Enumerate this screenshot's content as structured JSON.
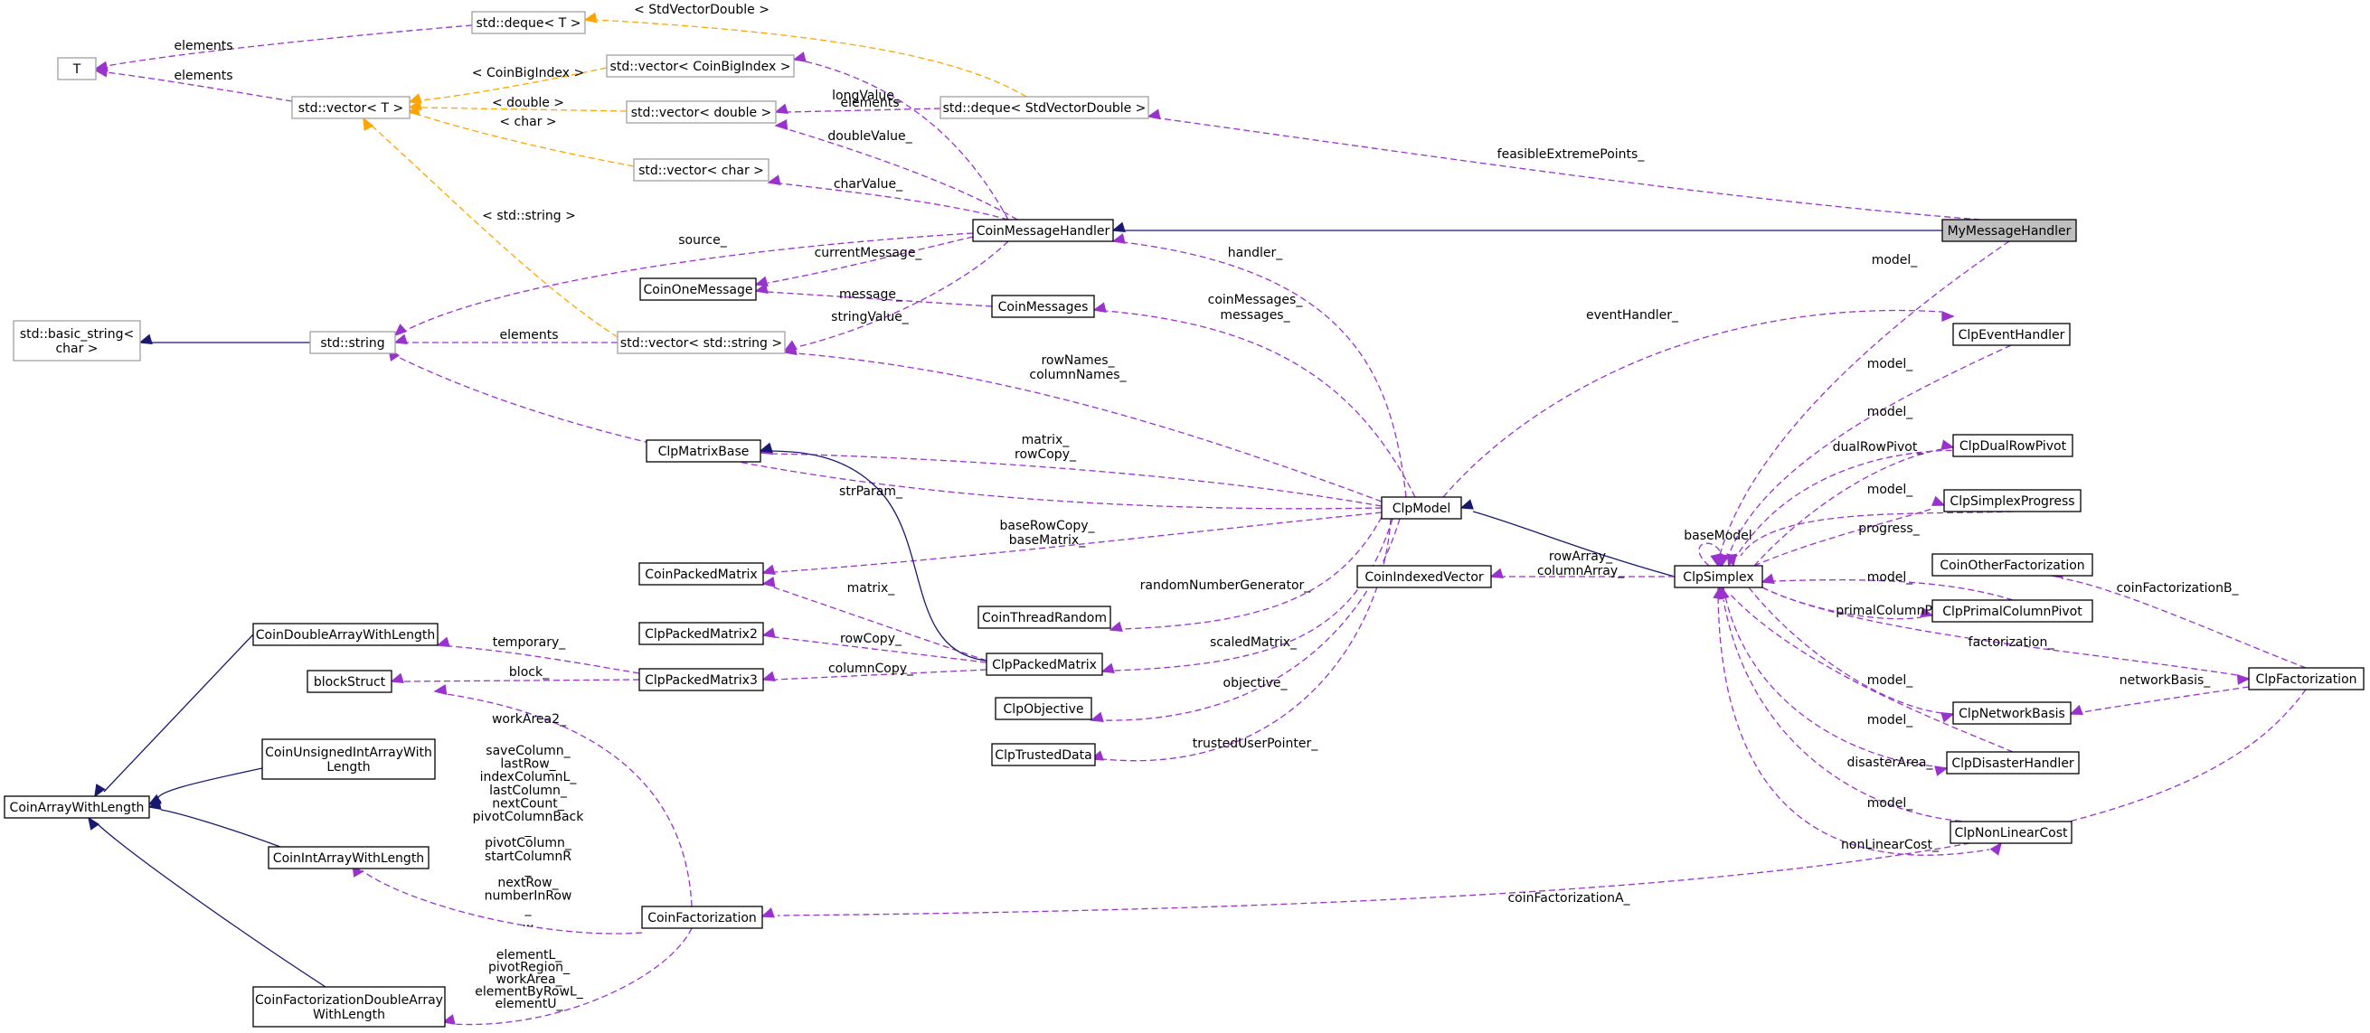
{
  "nodes": {
    "T": "T",
    "deque_t": "std::deque< T >",
    "vector_t": "std::vector< T >",
    "vector_bigindex": "std::vector< CoinBigIndex >",
    "vector_double": "std::vector< double >",
    "deque_svd": "std::deque< StdVectorDouble >",
    "vector_char": "std::vector< char >",
    "basic_string_l1": "std::basic_string<",
    "basic_string_l2": "char >",
    "std_string": "std::string",
    "vector_string": "std::vector< std::string >",
    "coin_one_message": "CoinOneMessage",
    "coin_message_handler": "CoinMessageHandler",
    "coin_messages": "CoinMessages",
    "my_message_handler": "MyMessageHandler",
    "clp_event_handler": "ClpEventHandler",
    "clp_dual_row_pivot": "ClpDualRowPivot",
    "clp_simplex_progress": "ClpSimplexProgress",
    "coin_other_factorization": "CoinOtherFactorization",
    "clp_primal_column_pivot": "ClpPrimalColumnPivot",
    "clp_factorization": "ClpFactorization",
    "clp_network_basis": "ClpNetworkBasis",
    "clp_disaster_handler": "ClpDisasterHandler",
    "clp_non_linear_cost": "ClpNonLinearCost",
    "clp_simplex": "ClpSimplex",
    "coin_indexed_vector": "CoinIndexedVector",
    "clp_model": "ClpModel",
    "clp_matrix_base": "ClpMatrixBase",
    "coin_packed_matrix": "CoinPackedMatrix",
    "coin_thread_random": "CoinThreadRandom",
    "clp_packed_matrix2": "ClpPackedMatrix2",
    "clp_packed_matrix": "ClpPackedMatrix",
    "clp_packed_matrix3": "ClpPackedMatrix3",
    "clp_objective": "ClpObjective",
    "clp_trusted_data": "ClpTrustedData",
    "coin_double_array": "CoinDoubleArrayWithLength",
    "block_struct": "blockStruct",
    "coin_uint_array_l1": "CoinUnsignedIntArrayWith",
    "coin_uint_array_l2": "Length",
    "coin_array_with_length": "CoinArrayWithLength",
    "coin_int_array": "CoinIntArrayWithLength",
    "coin_factorization": "CoinFactorization",
    "coin_fact_double_l1": "CoinFactorizationDoubleArray",
    "coin_fact_double_l2": "WithLength"
  },
  "edge_labels": {
    "elements_deque": "elements",
    "elements_vector": "elements",
    "stdvectordouble": "< StdVectorDouble >",
    "coinbigindex": "< CoinBigIndex >",
    "double": "< double >",
    "char": "< char >",
    "longvalue": "longValue_",
    "elements_svd": "elements",
    "doublevalue": "doubleValue_",
    "charvalue": "charValue_",
    "std_string_tpl": "< std::string >",
    "feasible_extreme_points": "feasibleExtremePoints_",
    "source": "source_",
    "current_message": "currentMessage_",
    "handler": "handler_",
    "model_my": "model_",
    "message": "message_",
    "coin_messages_1": "coinMessages_",
    "coin_messages_2": "messages_",
    "event_handler": "eventHandler_",
    "string_value": "stringValue_",
    "elements_string": "elements",
    "row_names": "rowNames_",
    "column_names": "columnNames_",
    "model_event": "model_",
    "model_dual": "model_",
    "dual_row_pivot": "dualRowPivot_",
    "matrix_1": "matrix_",
    "row_copy_1": "rowCopy_",
    "str_param": "strParam_",
    "model_progress": "model_",
    "progress": "progress_",
    "base_model": "baseModel",
    "base_row_copy": "baseRowCopy_",
    "base_matrix": "baseMatrix_",
    "row_array": "rowArray_",
    "column_array": "columnArray_",
    "model_primal": "model_",
    "coin_factorization_b": "coinFactorizationB_",
    "random_number_generator": "randomNumberGenerator_",
    "matrix_2": "matrix_",
    "primal_column_pivot": "primalColumnPivot_",
    "row_copy_2": "rowCopy_",
    "scaled_matrix": "scaledMatrix_",
    "factorization": "factorization_",
    "temporary": "temporary_",
    "block": "block_",
    "column_copy": "columnCopy_",
    "model_network": "model_",
    "network_basis": "networkBasis_",
    "objective": "objective_",
    "work_area2": "workArea2_",
    "model_disaster": "model_",
    "disaster_area": "disasterArea_",
    "trusted_user_pointer": "trustedUserPointer_",
    "model_nonlinear": "model_",
    "non_linear_cost": "nonLinearCost_",
    "coin_factorization_a": "coinFactorizationA_",
    "cf_int_lines": [
      "saveColumn_",
      "lastRow_",
      "indexColumnL_",
      "lastColumn_",
      "nextCount_",
      "pivotColumnBack",
      "_",
      "pivotColumn_",
      "startColumnR",
      "_",
      "nextRow_",
      "numberInRow",
      "_",
      "..."
    ],
    "cf_double_lines": [
      "elementL_",
      "pivotRegion_",
      "workArea_",
      "elementByRowL_",
      "elementU_"
    ]
  }
}
